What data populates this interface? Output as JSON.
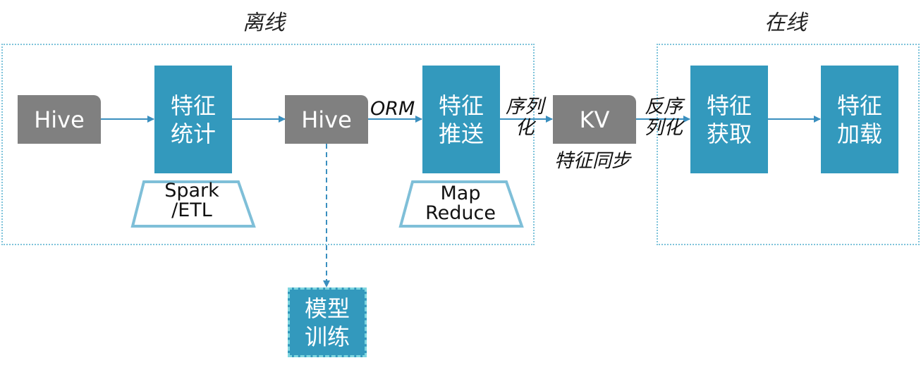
{
  "regions": {
    "offline": {
      "title": "离线"
    },
    "online": {
      "title": "在线"
    }
  },
  "nodes": {
    "hive1": {
      "label": "Hive"
    },
    "feature_stats": {
      "line1": "特征",
      "line2": "统计"
    },
    "hive2": {
      "label": "Hive"
    },
    "feature_push": {
      "line1": "特征",
      "line2": "推送"
    },
    "kv": {
      "label": "KV"
    },
    "feature_fetch": {
      "line1": "特征",
      "line2": "获取"
    },
    "feature_load": {
      "line1": "特征",
      "line2": "加载"
    },
    "model_training": {
      "line1": "模型",
      "line2": "训练"
    }
  },
  "tools": {
    "spark": {
      "line1": "Spark",
      "line2": "/ETL"
    },
    "mapreduce": {
      "line1": "Map",
      "line2": "Reduce"
    }
  },
  "edge_labels": {
    "orm": "ORM",
    "serialize": {
      "line1": "序列",
      "line2": "化"
    },
    "deserialize": {
      "line1": "反序",
      "line2": "列化"
    },
    "feature_sync": "特征同步"
  },
  "colors": {
    "node_blue": "#3399bd",
    "node_gray": "#808080",
    "region_border": "#7ec3da",
    "arrow": "#3a8fbf",
    "trapezoid": "#7fbfd8"
  }
}
